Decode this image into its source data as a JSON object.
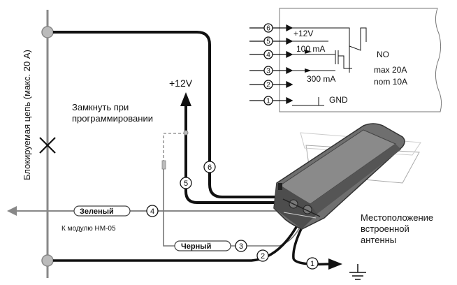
{
  "circuit_label": "Блокируемая цепь (макс. 20 А)",
  "plus12_main": "+12V",
  "short_note_line1": "Замкнуть при",
  "short_note_line2": "программировании",
  "green_tag": "Зеленый",
  "black_tag": "Черный",
  "module_note": "К модулю HM-05",
  "antenna_line1": "Местоположение",
  "antenna_line2": "встроенной",
  "antenna_line3": "антенны",
  "wire_numbers": {
    "w1": "1",
    "w2": "2",
    "w3": "3",
    "w4": "4",
    "w5": "5",
    "w6": "6"
  },
  "schematic": {
    "pins": [
      "6",
      "5",
      "4",
      "3",
      "2",
      "1"
    ],
    "plus12": "+12V",
    "i100": "100 mA",
    "i300": "300 mA",
    "no": "NO",
    "max": "max 20A",
    "nom": "nom 10A",
    "gnd": "GND"
  }
}
